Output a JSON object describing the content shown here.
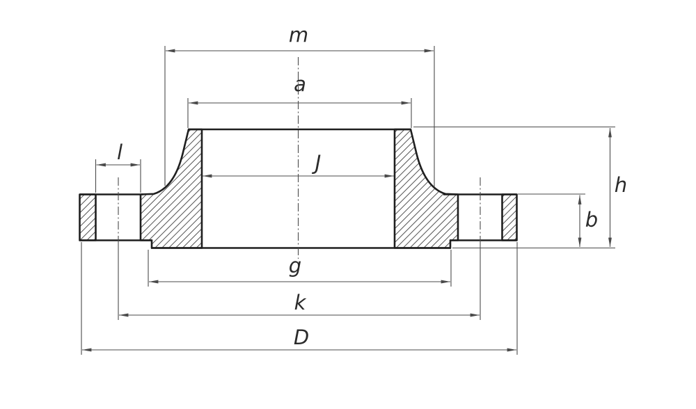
{
  "drawing": {
    "colors": {
      "outline": "#1f1f1f",
      "dimension": "#4a4a4a",
      "label": "#2b2b2b",
      "background": "#ffffff",
      "hatch": "#3f3f3f"
    },
    "labels": {
      "m": "m",
      "a": "a",
      "l": "l",
      "J": "J",
      "h": "h",
      "b": "b",
      "g": "g",
      "k": "k",
      "D": "D"
    }
  }
}
